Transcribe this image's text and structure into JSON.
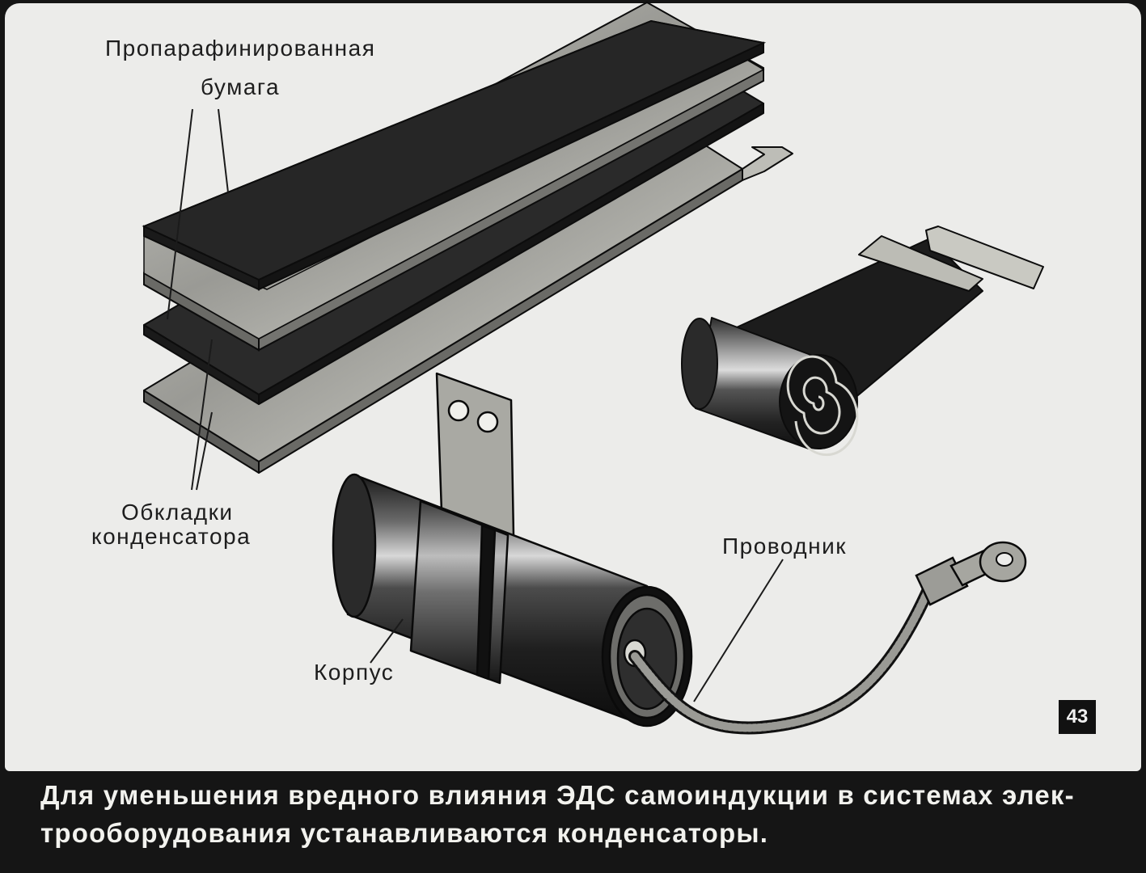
{
  "diagram": {
    "labels": {
      "paraffin_paper_line1": "Пропарафинированная",
      "paraffin_paper_line2": "бумага",
      "plates_line1": "Обкладки",
      "plates_line2": "конденсатора",
      "conductor": "Проводник",
      "housing": "Корпус"
    }
  },
  "page_number": "43",
  "caption": {
    "line1": "Для уменьшения вредного влияния ЭДС самоиндукции в системах элек-",
    "line2": "трооборудования устанавливаются конденсаторы."
  }
}
